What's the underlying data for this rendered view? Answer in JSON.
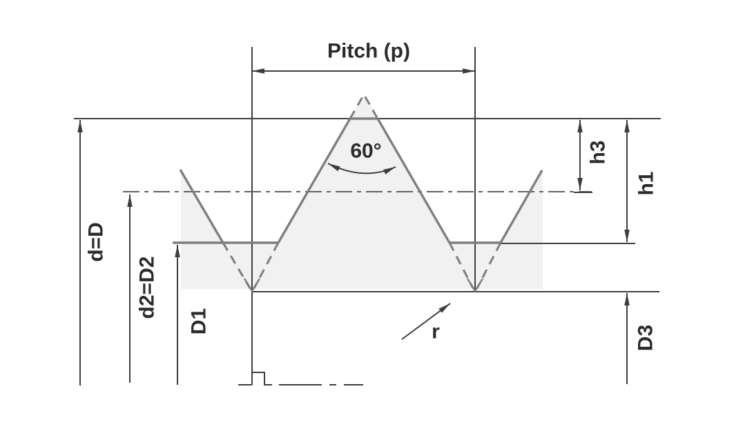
{
  "diagram": {
    "description": "metric-thread-profile-dimension-diagram",
    "labels": {
      "pitch": "Pitch (p)",
      "flank_angle": "60°",
      "major_diameter": "d=D",
      "pitch_diameter": "d2=D2",
      "minor_diameter_internal": "D1",
      "height_h3": "h3",
      "height_h1": "h1",
      "minor_diameter_external": "D3",
      "root_radius": "r"
    },
    "colors": {
      "background": "#ffffff",
      "profile_line": "#7e7e7e",
      "dimension_line": "#3d3d3d",
      "centerline": "#5f5f5f",
      "shading": "#f1f1f1",
      "text": "#2b2b2b"
    },
    "geometry_notes": {
      "included_angle_deg": 60,
      "pitch_span_px": "one pitch between thread roots"
    }
  }
}
